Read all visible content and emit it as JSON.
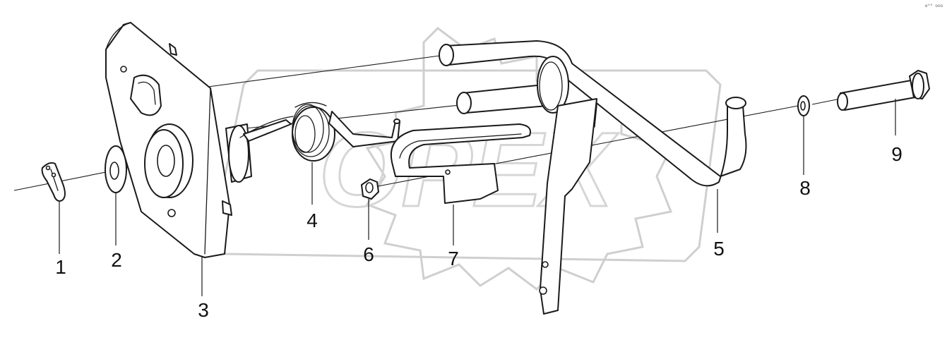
{
  "callouts": [
    "1",
    "2",
    "3",
    "4",
    "5",
    "6",
    "7",
    "8",
    "9"
  ],
  "watermark": "OPEX",
  "corner_code": "e⁰⁰ ooo"
}
